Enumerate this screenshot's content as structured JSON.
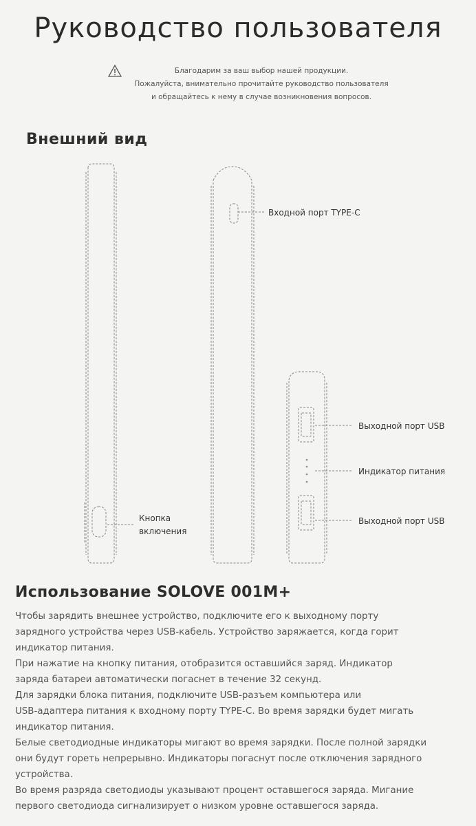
{
  "header": {
    "title": "Руководство пользователя",
    "intro": [
      "Благодарим за ваш выбор нашей продукции.",
      "Пожалуйста, внимательно прочитайте руководство пользователя",
      "и обращайтесь к нему в случае возникновения вопросов."
    ],
    "warning_icon": "warning-triangle-icon"
  },
  "appearance": {
    "title": "Внешний вид",
    "callouts": {
      "power_button": [
        "Кнопка",
        "включения"
      ],
      "type_c": "Входной порт TYPE-C",
      "usb_out_1": "Выходной порт USB",
      "indicator": "Индикатор питания",
      "usb_out_2": "Выходной порт USB"
    }
  },
  "usage": {
    "title": "Использование SOLOVE 001M+",
    "lines": [
      "Чтобы зарядить внешнее устройство, подключите его к выходному порту",
      "зарядного устройства через USB-кабель. Устройство заряжается, когда горит",
      "индикатор питания.",
      "При нажатие на кнопку питания, отобразится оставшийся заряд. Индикатор",
      "заряда батареи автоматически погаснет в течение 32 секунд.",
      "Для зарядки блока питания, подключите USB-разъем компьютера или",
      "USB-адаптера питания к входному порту TYPE-C. Во время зарядки будет мигать",
      "индикатор питания.",
      "Белые светодиодные индикаторы мигают во время зарядки. После полной зарядки",
      "они будут гореть непрерывно. Индикаторы погаснут после отключения зарядного",
      "устройства.",
      "Во время разряда светодиоды указывают процент оставшегося заряда. Мигание",
      "первого светодиода сигнализирует о низком уровне оставшегося заряда."
    ]
  }
}
